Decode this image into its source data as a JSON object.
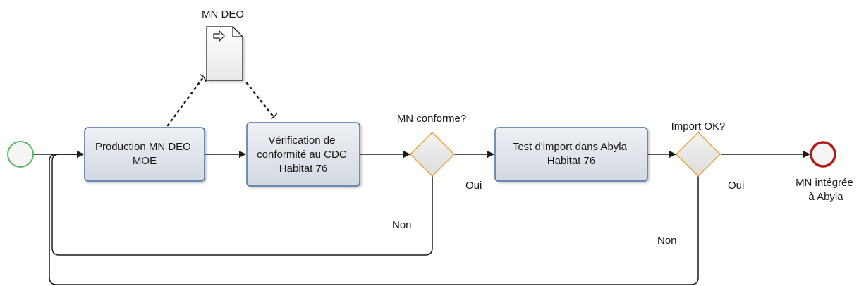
{
  "document": {
    "label": "MN DEO"
  },
  "tasks": [
    {
      "lines": [
        "Production MN DEO",
        "MOE"
      ]
    },
    {
      "lines": [
        "Vérification de",
        "conformité au CDC",
        "Habitat 76"
      ]
    },
    {
      "lines": [
        "Test d'import dans Abyla",
        "Habitat 76"
      ]
    }
  ],
  "gateways": [
    {
      "question": "MN conforme?",
      "yes_label": "Oui",
      "no_label": "Non"
    },
    {
      "question": "Import OK?",
      "yes_label": "Oui",
      "no_label": "Non"
    }
  ],
  "end_event": {
    "lines": [
      "MN intégrée",
      "à Abyla"
    ]
  },
  "colors": {
    "task_fill": "#dfe4ea",
    "task_stroke": "#4a6fa5",
    "gateway_stroke": "#e8a33d",
    "start_stroke": "#5cb85c",
    "end_stroke": "#b31b1b",
    "flow": "#1a1a1a"
  }
}
